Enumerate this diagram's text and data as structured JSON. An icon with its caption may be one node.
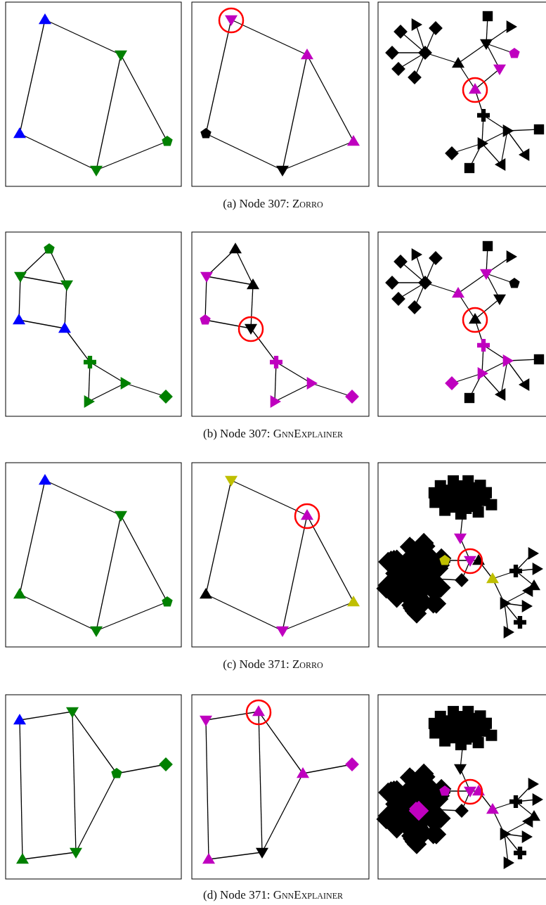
{
  "diagram": {
    "labels": [
      "(a) Node 307: Zorro",
      "(b) Node 307: GnnExplainer",
      "(c) Node 371: Zorro",
      "(d) Node 371: GnnExplainer"
    ]
  }
}
